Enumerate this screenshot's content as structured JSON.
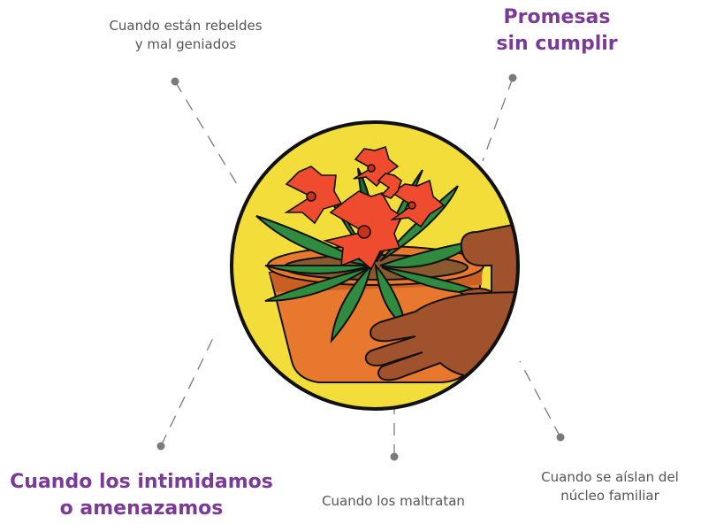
{
  "labels": {
    "top_left": {
      "line1": "Cuando están rebeldes",
      "line2": "y mal geniados"
    },
    "top_right": {
      "line1": "Promesas",
      "line2": "sin cumplir"
    },
    "bottom_left": {
      "line1": "Cuando los intimidamos",
      "line2": "o amenazamos"
    },
    "bottom_center": {
      "line1": "Cuando los maltratan"
    },
    "bottom_right": {
      "line1": "Cuando se aíslan del",
      "line2": "núcleo familiar"
    }
  },
  "colors": {
    "circle_fill": "#f3dd3a",
    "circle_stroke": "#111111",
    "pot": "#e9782f",
    "pot_shadow": "#c95f22",
    "soil": "#8a5a2e",
    "leaf": "#2e8b3f",
    "leaf_dark": "#1f6b2d",
    "flower": "#ef4b2f",
    "flower_dark": "#c9301b",
    "hand": "#a0522d",
    "emphasis_text": "#7a3b97",
    "muted_text": "#555555",
    "connector": "#7a7a7a"
  }
}
